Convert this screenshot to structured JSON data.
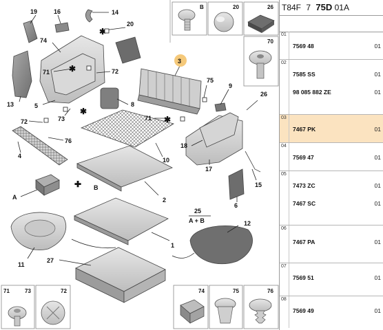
{
  "header": {
    "code_a": "T84F",
    "code_b": "7",
    "code_c": "75D",
    "code_d": "01A"
  },
  "colors": {
    "highlight_row": "#fbe3c0",
    "callout_3_circle": "#f5c97a"
  },
  "parts_rows": [
    {
      "index": "01",
      "ref": "7569 48",
      "qty": "01"
    },
    {
      "index": "02",
      "ref": "7585 SS",
      "qty": "01",
      "ref2": "98 085 882 ZE",
      "qty2": "01"
    },
    {
      "index": "03",
      "ref": "7467 PK",
      "qty": "01",
      "highlighted": true
    },
    {
      "index": "04",
      "ref": "7569 47",
      "qty": "01"
    },
    {
      "index": "05",
      "ref": "7473 ZC",
      "qty": "01",
      "ref2": "7467 SC",
      "qty2": "01"
    },
    {
      "index": "06",
      "ref": "7467 PA",
      "qty": "01"
    },
    {
      "index": "07",
      "ref": "7569 51",
      "qty": "01"
    },
    {
      "index": "08",
      "ref": "7569 49",
      "qty": "01"
    }
  ],
  "callouts": [
    "19",
    "16",
    "14",
    "20",
    "74",
    "71",
    "72",
    "3",
    "75",
    "9",
    "26",
    "13",
    "5",
    "8",
    "73",
    "72",
    "71",
    "76",
    "18",
    "10",
    "4",
    "15",
    "17",
    "A",
    "B",
    "6",
    "2",
    "25",
    "A + B",
    "12",
    "1",
    "11",
    "27"
  ],
  "fastener_boxes": {
    "top": [
      {
        "label": "B",
        "icon": "screw-icon"
      },
      {
        "label": "20",
        "icon": "plug-cap-icon"
      },
      {
        "label": "26",
        "icon": "foam-block-icon"
      },
      {
        "label": "70",
        "icon": "push-rivet-icon"
      }
    ],
    "bottom": [
      {
        "label": "71",
        "label2": "73",
        "icon": "screw-washer-icon"
      },
      {
        "label": "72",
        "icon": "clip-nut-icon"
      },
      {
        "label": "74",
        "icon": "connector-clip-icon"
      },
      {
        "label": "75",
        "icon": "push-clip-icon"
      },
      {
        "label": "76",
        "icon": "christmas-tree-clip-icon"
      }
    ]
  }
}
